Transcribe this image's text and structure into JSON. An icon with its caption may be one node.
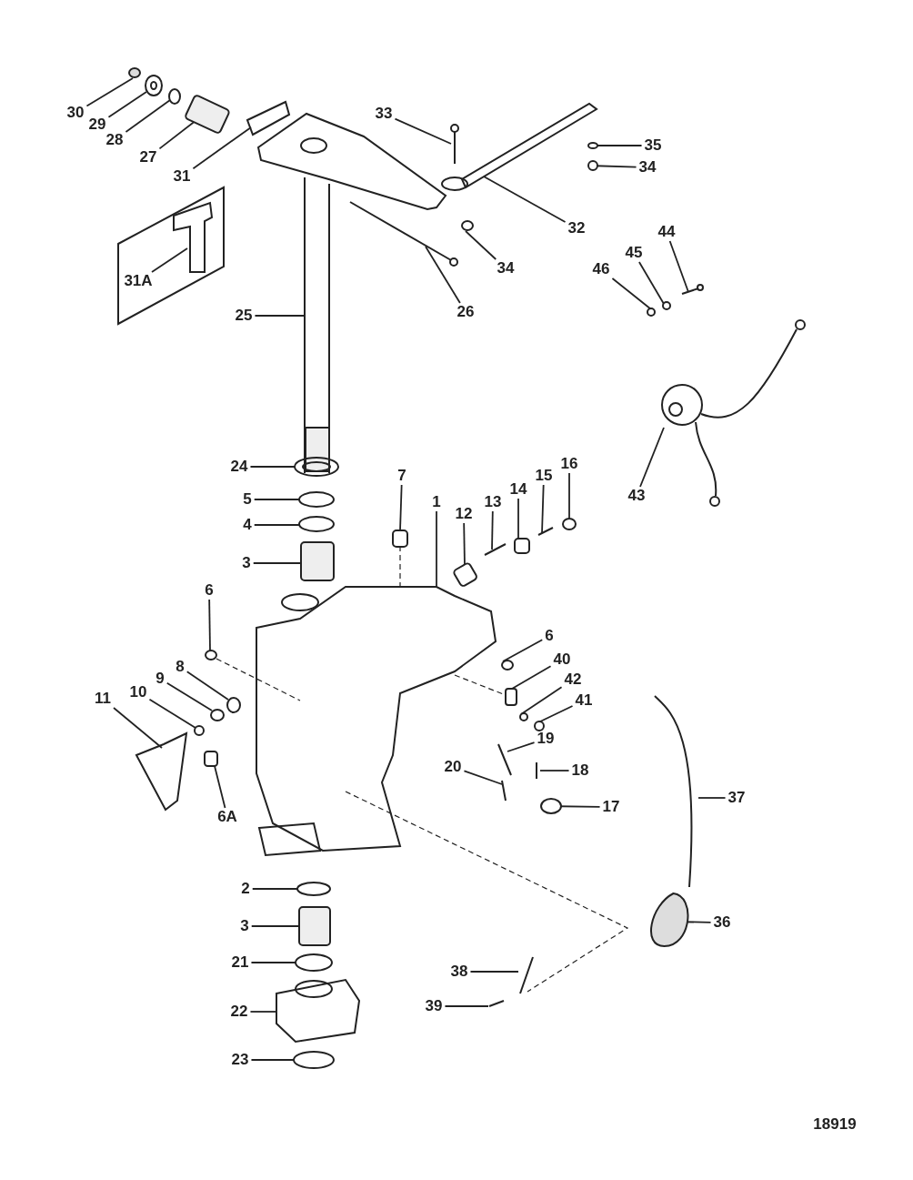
{
  "diagram": {
    "nodes": [
      {
        "text": [
          "30"
        ]
      },
      {
        "text": [
          "29"
        ]
      },
      {
        "text": [
          "28"
        ]
      },
      {
        "text": [
          "27"
        ]
      },
      {
        "text": [
          "33"
        ]
      },
      {
        "text": [
          "35"
        ]
      },
      {
        "text": [
          "31"
        ]
      },
      {
        "text": [
          "34"
        ]
      },
      {
        "text": [
          "32"
        ]
      },
      {
        "text": [],
        "shape": "box"
      },
      {
        "text": [
          "31A"
        ],
        "in": 9
      },
      {
        "text": [
          "26"
        ]
      },
      {
        "text": [
          "34"
        ]
      },
      {
        "text": [
          "44"
        ]
      },
      {
        "text": [
          "45"
        ]
      },
      {
        "text": [
          "46"
        ]
      },
      {
        "text": [
          "25"
        ]
      },
      {
        "text": [
          "43"
        ]
      },
      {
        "text": [
          "24"
        ]
      },
      {
        "text": [
          "7"
        ]
      },
      {
        "text": [
          "16"
        ]
      },
      {
        "text": [
          "15"
        ]
      },
      {
        "text": [
          "14"
        ]
      },
      {
        "text": [
          "5"
        ]
      },
      {
        "text": [
          "13"
        ]
      },
      {
        "text": [
          "12"
        ]
      },
      {
        "text": [
          "1"
        ]
      },
      {
        "text": [
          "4"
        ]
      },
      {
        "text": [
          "3"
        ]
      },
      {
        "text": [
          "6"
        ]
      },
      {
        "text": [
          "6"
        ]
      },
      {
        "text": [
          "40"
        ]
      },
      {
        "text": [
          "8"
        ]
      },
      {
        "text": [
          "42"
        ]
      },
      {
        "text": [
          "9"
        ]
      },
      {
        "text": [
          "41"
        ]
      },
      {
        "text": [
          "10"
        ]
      },
      {
        "text": [
          "11"
        ]
      },
      {
        "text": [
          "19"
        ]
      },
      {
        "text": [
          "20"
        ]
      },
      {
        "text": [
          "18"
        ]
      },
      {
        "text": [
          "17"
        ]
      },
      {
        "text": [
          "37"
        ]
      },
      {
        "text": [
          "6A"
        ]
      },
      {
        "text": [
          "2"
        ]
      },
      {
        "text": [
          "36"
        ]
      },
      {
        "text": [
          "3"
        ]
      },
      {
        "text": [
          "21"
        ]
      },
      {
        "text": [
          "38"
        ]
      },
      {
        "text": [
          "22"
        ]
      },
      {
        "text": [
          "39"
        ]
      },
      {
        "text": [
          "23"
        ]
      },
      {
        "text": [],
        "shape": "circle"
      },
      {
        "text": [],
        "shape": "picture"
      },
      {
        "text": [],
        "shape": "circle"
      },
      {
        "text": [],
        "shape": "box"
      },
      {
        "text": [],
        "shape": "picture"
      },
      {
        "text": [],
        "shape": "circle"
      },
      {
        "text": [],
        "shape": "picture"
      },
      {
        "text": [],
        "shape": "circle"
      },
      {
        "text": [],
        "shape": "picture"
      },
      {
        "text": [],
        "shape": "picture",
        "in": 9
      },
      {
        "text": [],
        "shape": "picture"
      },
      {
        "text": [],
        "shape": "circle"
      },
      {
        "text": [],
        "shape": "picture"
      },
      {
        "text": [],
        "shape": "circle"
      },
      {
        "text": [],
        "shape": "circle"
      },
      {
        "text": [],
        "shape": "picture"
      },
      {
        "text": [],
        "shape": "picture"
      },
      {
        "text": [],
        "shape": "picture"
      },
      {
        "text": [],
        "shape": "box"
      },
      {
        "text": [],
        "shape": "circle"
      },
      {
        "text": [],
        "shape": "picture"
      },
      {
        "text": [],
        "shape": "box"
      },
      {
        "text": [],
        "shape": "circle"
      },
      {
        "text": [],
        "shape": "picture"
      },
      {
        "text": [],
        "shape": "box"
      },
      {
        "text": [],
        "shape": "picture"
      },
      {
        "text": [],
        "shape": "circle"
      },
      {
        "text": [],
        "shape": "box"
      },
      {
        "text": [],
        "shape": "circle"
      },
      {
        "text": [],
        "shape": "circle"
      },
      {
        "text": [],
        "shape": "box"
      },
      {
        "text": [],
        "shape": "circle"
      },
      {
        "text": [],
        "shape": "circle"
      },
      {
        "text": [],
        "shape": "circle"
      },
      {
        "text": [],
        "shape": "circle"
      },
      {
        "text": [],
        "shape": "circle"
      },
      {
        "text": [],
        "shape": "picture"
      },
      {
        "text": [],
        "shape": "picture"
      },
      {
        "text": [],
        "shape": "picture"
      },
      {
        "text": [],
        "shape": "picture"
      },
      {
        "text": [],
        "shape": "circle"
      },
      {
        "text": [],
        "shape": "picture"
      },
      {
        "text": [],
        "shape": "box"
      },
      {
        "text": [],
        "shape": "circle"
      },
      {
        "text": [],
        "shape": "picture"
      },
      {
        "text": [],
        "shape": "box"
      },
      {
        "text": [],
        "shape": "circle"
      },
      {
        "text": [],
        "shape": "picture"
      },
      {
        "text": [],
        "shape": "picture"
      },
      {
        "text": [],
        "shape": "picture"
      },
      {
        "text": [],
        "shape": "circle"
      }
    ],
    "edges": [
      {
        "from": 0,
        "to": 52,
        "arrow": "none"
      },
      {
        "from": 1,
        "to": 53,
        "arrow": "none"
      },
      {
        "from": 2,
        "to": 54,
        "arrow": "none"
      },
      {
        "from": 3,
        "to": 55,
        "arrow": "none"
      },
      {
        "from": 4,
        "to": 56,
        "arrow": "none"
      },
      {
        "from": 5,
        "to": 57,
        "arrow": "none"
      },
      {
        "from": 6,
        "to": 58,
        "arrow": "none"
      },
      {
        "from": 7,
        "to": 59,
        "arrow": "none"
      },
      {
        "from": 8,
        "to": 60,
        "arrow": "none"
      },
      {
        "from": 10,
        "to": 61,
        "arrow": "none"
      },
      {
        "from": 11,
        "to": 62,
        "arrow": "none"
      },
      {
        "from": 12,
        "to": 63,
        "arrow": "none"
      },
      {
        "from": 13,
        "to": 64,
        "arrow": "none"
      },
      {
        "from": 14,
        "to": 65,
        "arrow": "none"
      },
      {
        "from": 15,
        "to": 66,
        "arrow": "none"
      },
      {
        "from": 16,
        "to": 67,
        "arrow": "none"
      },
      {
        "from": 17,
        "to": 68,
        "arrow": "none"
      },
      {
        "from": 18,
        "to": 69,
        "arrow": "none"
      },
      {
        "from": 19,
        "to": 70,
        "arrow": "none"
      },
      {
        "from": 20,
        "to": 71,
        "arrow": "none"
      },
      {
        "from": 21,
        "to": 72,
        "arrow": "none"
      },
      {
        "from": 22,
        "to": 73,
        "arrow": "none"
      },
      {
        "from": 23,
        "to": 74,
        "arrow": "none"
      },
      {
        "from": 24,
        "to": 75,
        "arrow": "none"
      },
      {
        "from": 25,
        "to": 76,
        "arrow": "none"
      },
      {
        "from": 26,
        "to": 77,
        "arrow": "none"
      },
      {
        "from": 27,
        "to": 78,
        "arrow": "none"
      },
      {
        "from": 28,
        "to": 79,
        "arrow": "none"
      },
      {
        "from": 29,
        "to": 80,
        "arrow": "none"
      },
      {
        "from": 30,
        "to": 81,
        "arrow": "none"
      },
      {
        "from": 31,
        "to": 82,
        "arrow": "none"
      },
      {
        "from": 32,
        "to": 83,
        "arrow": "none"
      },
      {
        "from": 33,
        "to": 84,
        "arrow": "none"
      },
      {
        "from": 34,
        "to": 85,
        "arrow": "none"
      },
      {
        "from": 35,
        "to": 86,
        "arrow": "none"
      },
      {
        "from": 36,
        "to": 87,
        "arrow": "none"
      },
      {
        "from": 37,
        "to": 88,
        "arrow": "none"
      },
      {
        "from": 38,
        "to": 89,
        "arrow": "none"
      },
      {
        "from": 39,
        "to": 90,
        "arrow": "none"
      },
      {
        "from": 40,
        "to": 91,
        "arrow": "none"
      },
      {
        "from": 41,
        "to": 92,
        "arrow": "none"
      },
      {
        "from": 42,
        "to": 93,
        "arrow": "none"
      },
      {
        "from": 43,
        "to": 94,
        "arrow": "none"
      },
      {
        "from": 44,
        "to": 95,
        "arrow": "none"
      },
      {
        "from": 45,
        "to": 96,
        "arrow": "none"
      },
      {
        "from": 46,
        "to": 97,
        "arrow": "none"
      },
      {
        "from": 47,
        "to": 98,
        "arrow": "none"
      },
      {
        "from": 48,
        "to": 99,
        "arrow": "none"
      },
      {
        "from": 49,
        "to": 100,
        "arrow": "none"
      },
      {
        "from": 50,
        "to": 101,
        "arrow": "none"
      },
      {
        "from": 51,
        "to": 102,
        "arrow": "none"
      },
      {
        "from": 70,
        "to": 77,
        "arrow": "none",
        "style": "dashed"
      },
      {
        "from": 80,
        "to": 77,
        "arrow": "none",
        "style": "dashed"
      },
      {
        "from": 77,
        "to": 82,
        "arrow": "none",
        "style": "dashed"
      },
      {
        "from": 77,
        "to": 99,
        "arrow": "none",
        "style": "dashed"
      }
    ],
    "labels": [
      "18919"
    ]
  }
}
